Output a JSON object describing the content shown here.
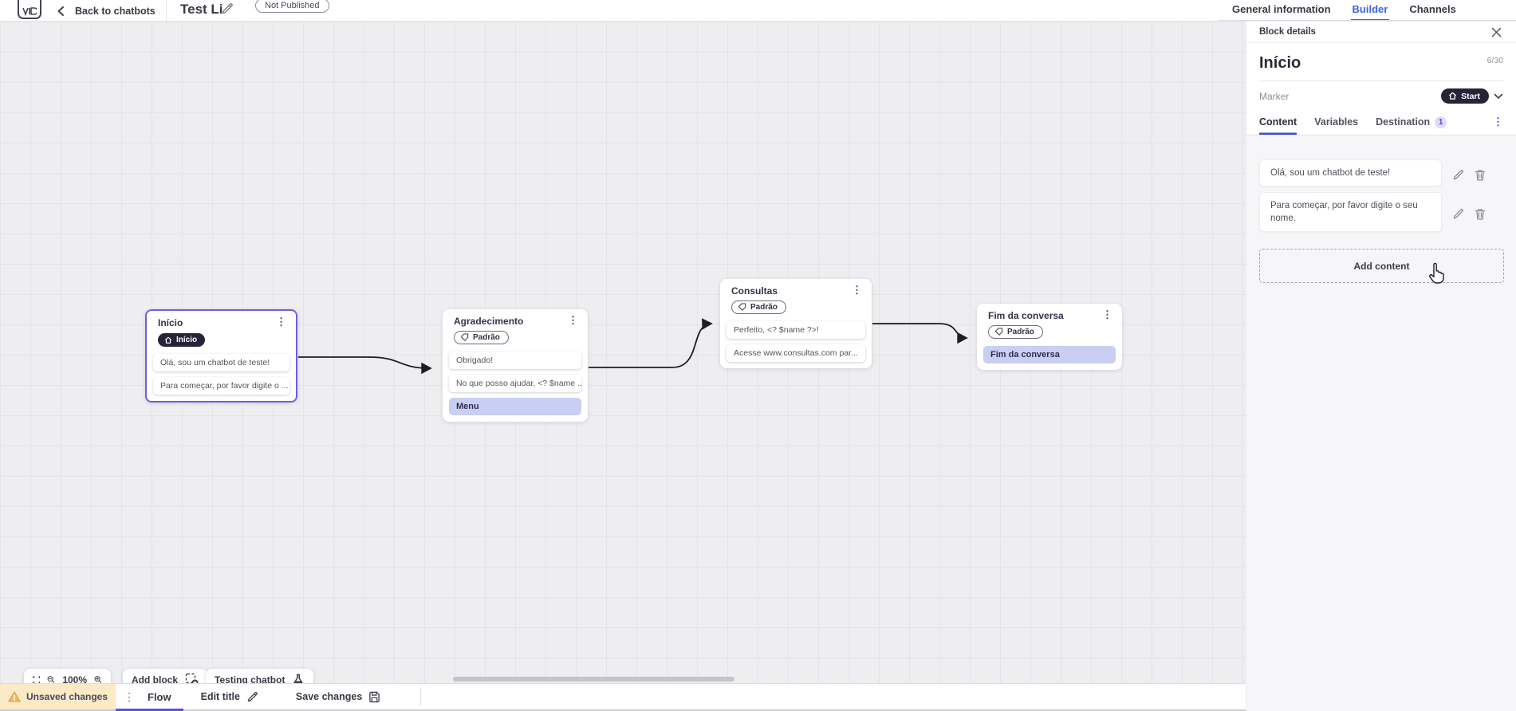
{
  "topbar": {
    "back_label": "Back to chatbots",
    "title": "Test Li",
    "status_badge": "Not Published",
    "tabs": [
      {
        "label": "General information",
        "active": false
      },
      {
        "label": "Builder",
        "active": true
      },
      {
        "label": "Channels",
        "active": false
      }
    ]
  },
  "panel": {
    "header": "Block details",
    "block_title": "Início",
    "char_counter": "6/30",
    "marker_label": "Marker",
    "marker_value": "Start",
    "tabs": [
      {
        "label": "Content"
      },
      {
        "label": "Variables"
      },
      {
        "label": "Destination",
        "badge": "1"
      }
    ],
    "contents": [
      "Olá, sou um chatbot de teste!",
      "Para começar, por favor digite o seu nome."
    ],
    "add_content_label": "Add content"
  },
  "canvas": {
    "nodes": [
      {
        "title": "Início",
        "marker": "Início",
        "rows": [
          "Olá, sou um chatbot de teste!",
          "Para começar, por favor digite o ..."
        ]
      },
      {
        "title": "Agradecimento",
        "tag": "Padrão",
        "rows": [
          "Obrigado!",
          "No que posso ajudar, <? $name ...",
          "Menu"
        ]
      },
      {
        "title": "Consultas",
        "tag": "Padrão",
        "rows": [
          "Perfeito, <? $name ?>!",
          "Acesse www.consultas.com par..."
        ]
      },
      {
        "title": "Fim da conversa",
        "tag": "Padrão",
        "rows": [
          "Fim da conversa"
        ]
      }
    ]
  },
  "controls": {
    "zoom_level": "100%",
    "add_block_label": "Add block",
    "testing_label": "Testing chatbot"
  },
  "bottombar": {
    "unsaved_label": "Unsaved changes",
    "flow_tab": "Flow",
    "edit_title_label": "Edit title",
    "save_label": "Save changes"
  },
  "icons": {
    "kebab": "⋮"
  },
  "colors": {
    "accent_indigo": "#5a51e0",
    "builder_blue": "#3a63e8",
    "selected_node_border": "#6e5fe6",
    "highlight_row": "#c9cff2",
    "dark_pill": "#282339",
    "warning_amber": "#e9a23b",
    "unsaved_bg": "#fbe9c8"
  }
}
